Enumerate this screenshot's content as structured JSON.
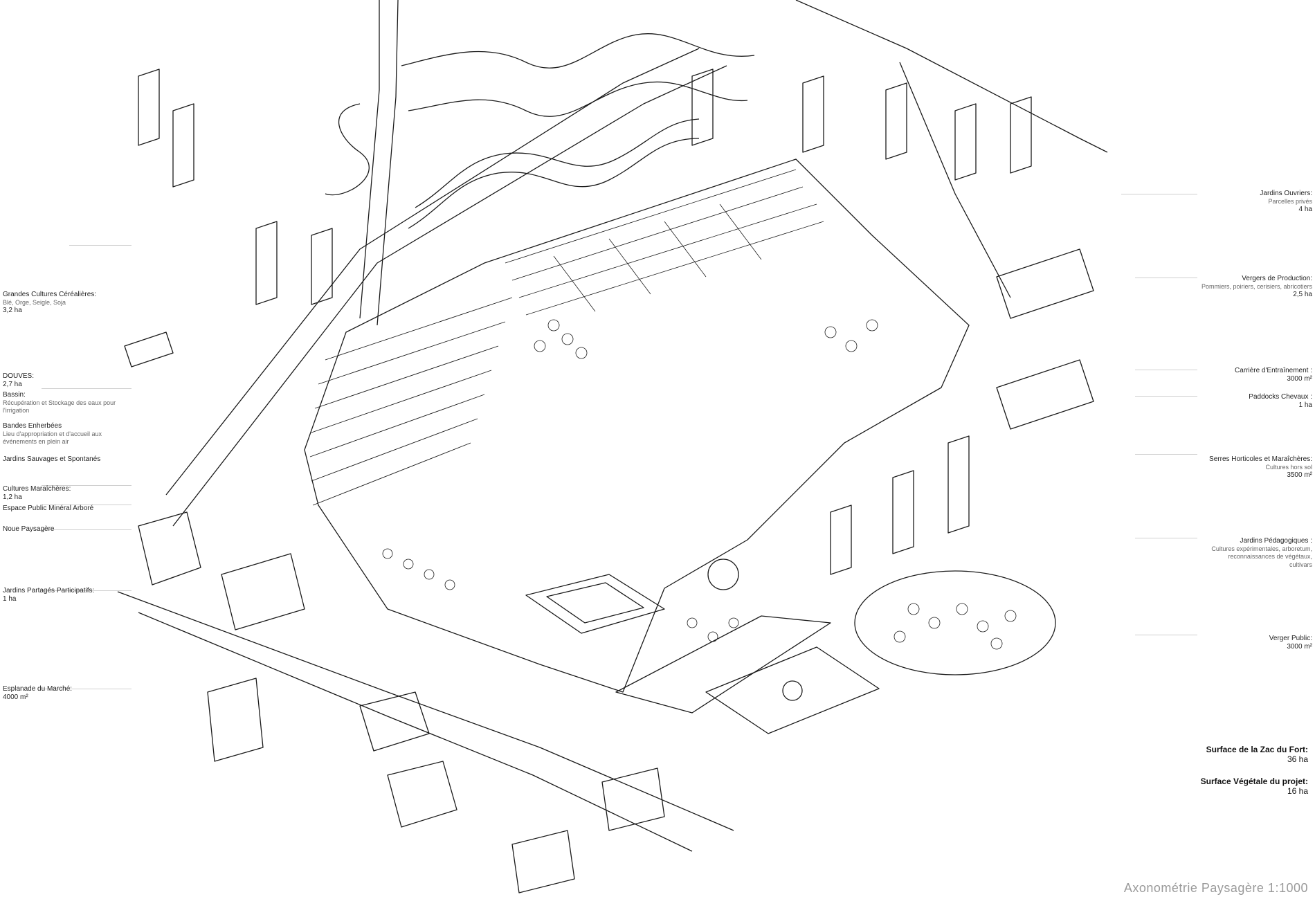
{
  "left_labels": [
    {
      "title": "Grandes Cultures Céréalières:",
      "sub": "Blé, Orge, Seigle, Soja",
      "value": "3,2 ha"
    },
    {
      "title": "DOUVES:",
      "sub": "",
      "value": "2,7 ha"
    },
    {
      "title": "Bassin:",
      "sub": "Récupération et Stockage des eaux pour l'irrigation",
      "value": ""
    },
    {
      "title": "Bandes Enherbées",
      "sub": "Lieu d'appropriation et d'accueil aux événements en plein air",
      "value": ""
    },
    {
      "title": "Jardins Sauvages et Spontanés",
      "sub": "",
      "value": ""
    },
    {
      "title": "Cultures Maraîchères:",
      "sub": "",
      "value": "1,2 ha"
    },
    {
      "title": "Espace Public Minéral Arboré",
      "sub": "",
      "value": ""
    },
    {
      "title": "Noue Paysagère",
      "sub": "",
      "value": ""
    },
    {
      "title": "Jardins Partagés Participatifs:",
      "sub": "",
      "value": "1 ha"
    },
    {
      "title": "Esplanade du Marché:",
      "sub": "",
      "value": "4000 m²"
    }
  ],
  "right_labels": [
    {
      "title": "Jardins Ouvriers:",
      "sub": "Parcelles privés",
      "value": "4 ha"
    },
    {
      "title": "Vergers de Production:",
      "sub": "Pommiers, poiriers, cerisiers, abricotiers",
      "value": "2,5 ha"
    },
    {
      "title": "Carrière d'Entraînement :",
      "sub": "",
      "value": "3000 m²"
    },
    {
      "title": "Paddocks Chevaux :",
      "sub": "",
      "value": "1 ha"
    },
    {
      "title": "Serres Horticoles et Maraîchères:",
      "sub": "Cultures hors sol",
      "value": "3500 m²"
    },
    {
      "title": "Jardins Pédagogiques :",
      "sub": "Cultures expérimentales, arboretum, reconnaissances de végétaux, cultivars",
      "value": ""
    },
    {
      "title": "Verger Public:",
      "sub": "",
      "value": "3000 m²"
    }
  ],
  "summary": [
    {
      "title": "Surface de la Zac du Fort:",
      "value": "36 ha"
    },
    {
      "title": "Surface Végétale du projet:",
      "value": "16  ha"
    }
  ],
  "drawing_title": "Axonométrie Paysagère 1:1000"
}
